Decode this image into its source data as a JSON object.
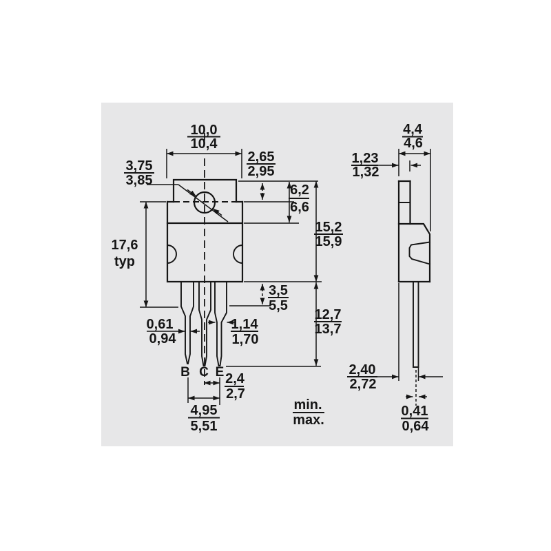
{
  "drawing": {
    "type": "TO-220 package dimension drawing",
    "colors": {
      "panel_bg": "#e7e7e8",
      "ink": "#161616"
    },
    "legend": {
      "min": "min.",
      "max": "max."
    },
    "front": {
      "pins": {
        "b": "B",
        "c": "C",
        "e": "E"
      },
      "dims": {
        "width": {
          "min": "10,0",
          "max": "10,4"
        },
        "hole_dia": {
          "min": "3,75",
          "max": "3,85"
        },
        "tab_above": {
          "min": "2,65",
          "max": "2,95"
        },
        "tab_face": {
          "min": "6,2",
          "max": "6,6"
        },
        "body_height": {
          "min": "15,2",
          "max": "15,9"
        },
        "overall": {
          "value": "17,6",
          "qualifier": "typ"
        },
        "shoulder": {
          "min": "3,5",
          "max": "5,5"
        },
        "lead_length": {
          "min": "12,7",
          "max": "13,7"
        },
        "lead_narrow": {
          "min": "0,61",
          "max": "0,94"
        },
        "lead_wide": {
          "min": "1,14",
          "max": "1,70"
        },
        "pitch": {
          "min": "2,4",
          "max": "2,7"
        },
        "span": {
          "min": "4,95",
          "max": "5,51"
        }
      }
    },
    "side": {
      "dims": {
        "depth": {
          "min": "4,4",
          "max": "4,6"
        },
        "tab_thickness": {
          "min": "1,23",
          "max": "1,32"
        },
        "lead_setback": {
          "min": "2,40",
          "max": "2,72"
        },
        "lead_thickness": {
          "min": "0,41",
          "max": "0,64"
        }
      }
    }
  }
}
